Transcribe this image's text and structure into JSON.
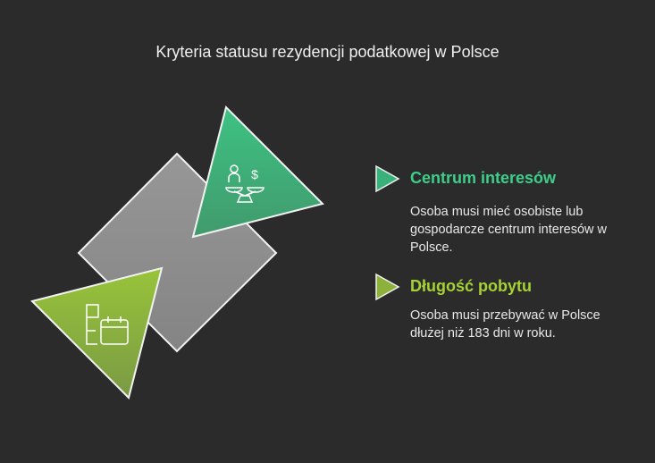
{
  "title": "Kryteria statusu rezydencji podatkowej w Polsce",
  "colors": {
    "green": "#3dc283",
    "olive": "#9bc43a",
    "diamond": "#8c8c8c",
    "background": "#2b2b2b"
  },
  "items": [
    {
      "heading": "Centrum interesów",
      "description": "Osoba musi mieć osobiste lub gospodarcze centrum interesów w Polsce.",
      "icon": "scales-person-money-icon"
    },
    {
      "heading": "Długość pobytu",
      "description": "Osoba musi przebywać w Polsce dłużej niż 183 dni w roku.",
      "icon": "calendar-timeline-icon"
    }
  ]
}
